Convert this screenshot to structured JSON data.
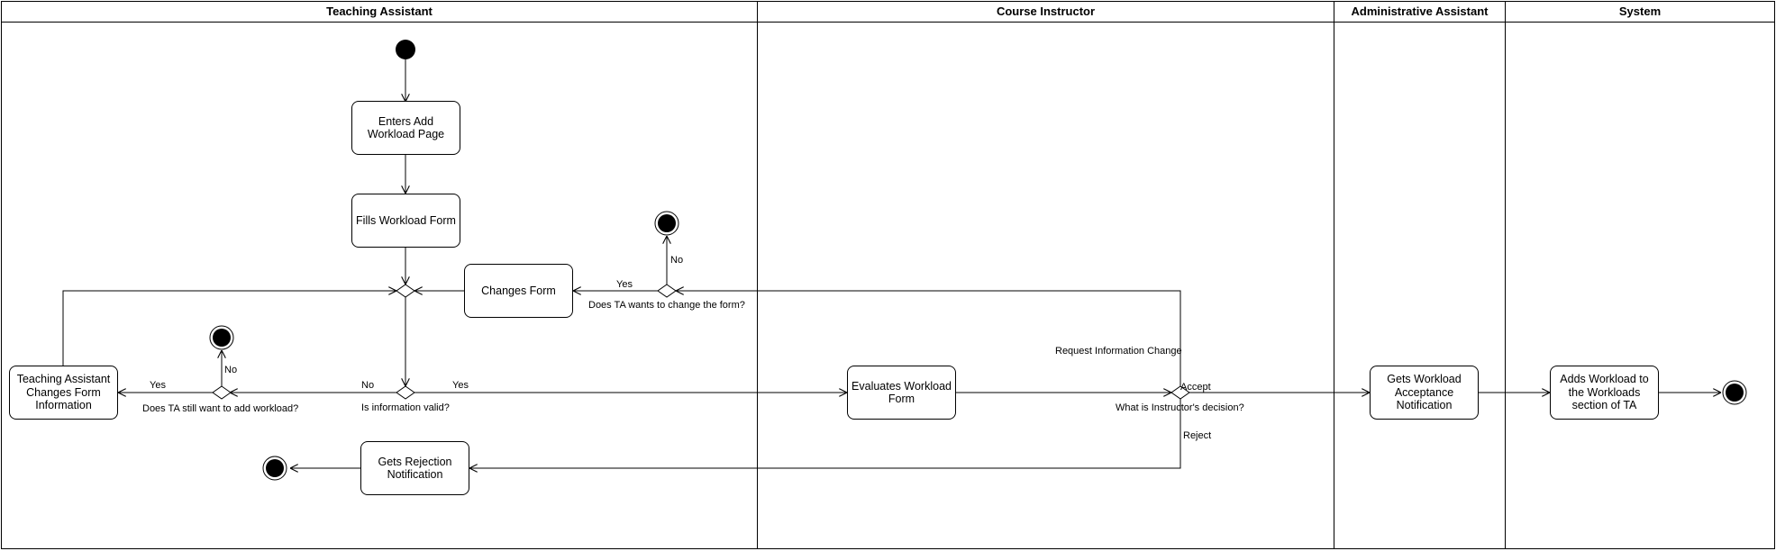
{
  "lanes": [
    {
      "title": "Teaching Assistant"
    },
    {
      "title": "Course Instructor"
    },
    {
      "title": "Administrative Assistant"
    },
    {
      "title": "System"
    }
  ],
  "activities": {
    "enters_page": "Enters Add Workload Page",
    "fills_form": "Fills Workload Form",
    "changes_form": "Changes Form",
    "ta_changes_info": "Teaching Assistant Changes Form Information",
    "gets_rejection": "Gets Rejection Notification",
    "evaluates_form": "Evaluates Workload Form",
    "gets_acceptance": "Gets Workload Acceptance Notification",
    "adds_workload": "Adds Workload to the Workloads section of TA"
  },
  "decisions": {
    "info_valid": "Is information valid?",
    "still_want": "Does TA still want to add workload?",
    "change_form": "Does TA wants to change the form?",
    "instructor_decision": "What is Instructor's decision?"
  },
  "edge_labels": {
    "yes_valid": "Yes",
    "no_valid": "No",
    "yes_still": "Yes",
    "no_still": "No",
    "yes_change": "Yes",
    "no_change": "No",
    "accept": "Accept",
    "reject": "Reject",
    "request_change": "Request Information Change"
  }
}
